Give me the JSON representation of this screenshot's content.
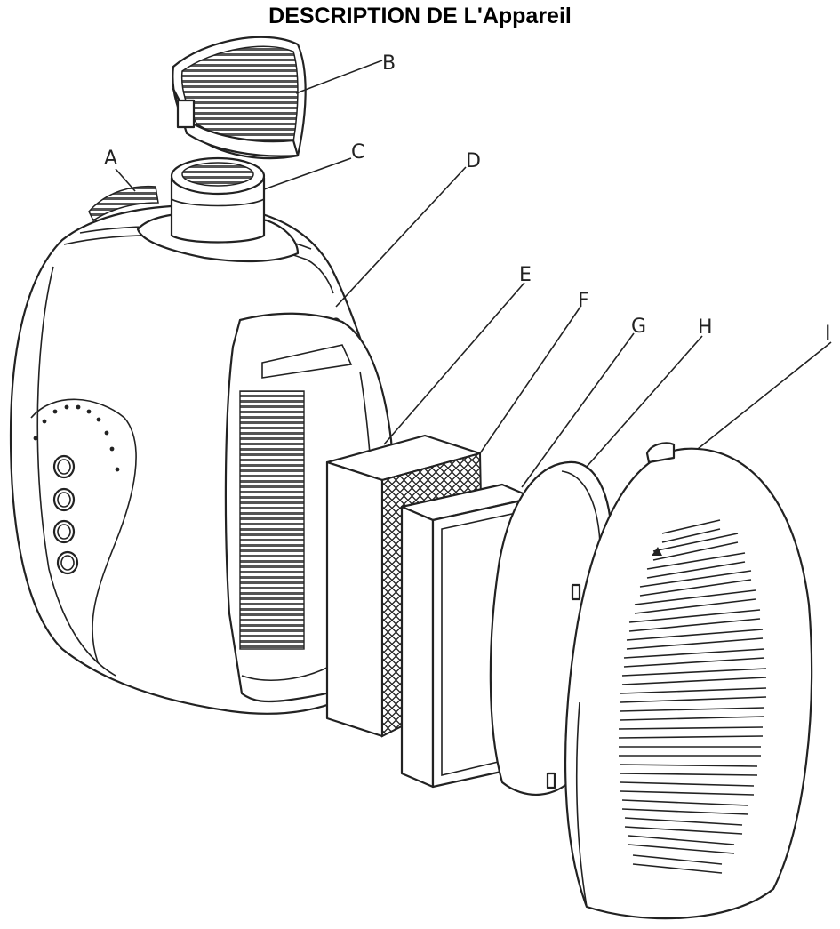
{
  "title": "DESCRIPTION DE L'Appareil",
  "labels": {
    "A": "A",
    "B": "B",
    "C": "C",
    "D": "D",
    "E": "E",
    "F": "F",
    "G": "G",
    "H": "H",
    "I": "I"
  }
}
